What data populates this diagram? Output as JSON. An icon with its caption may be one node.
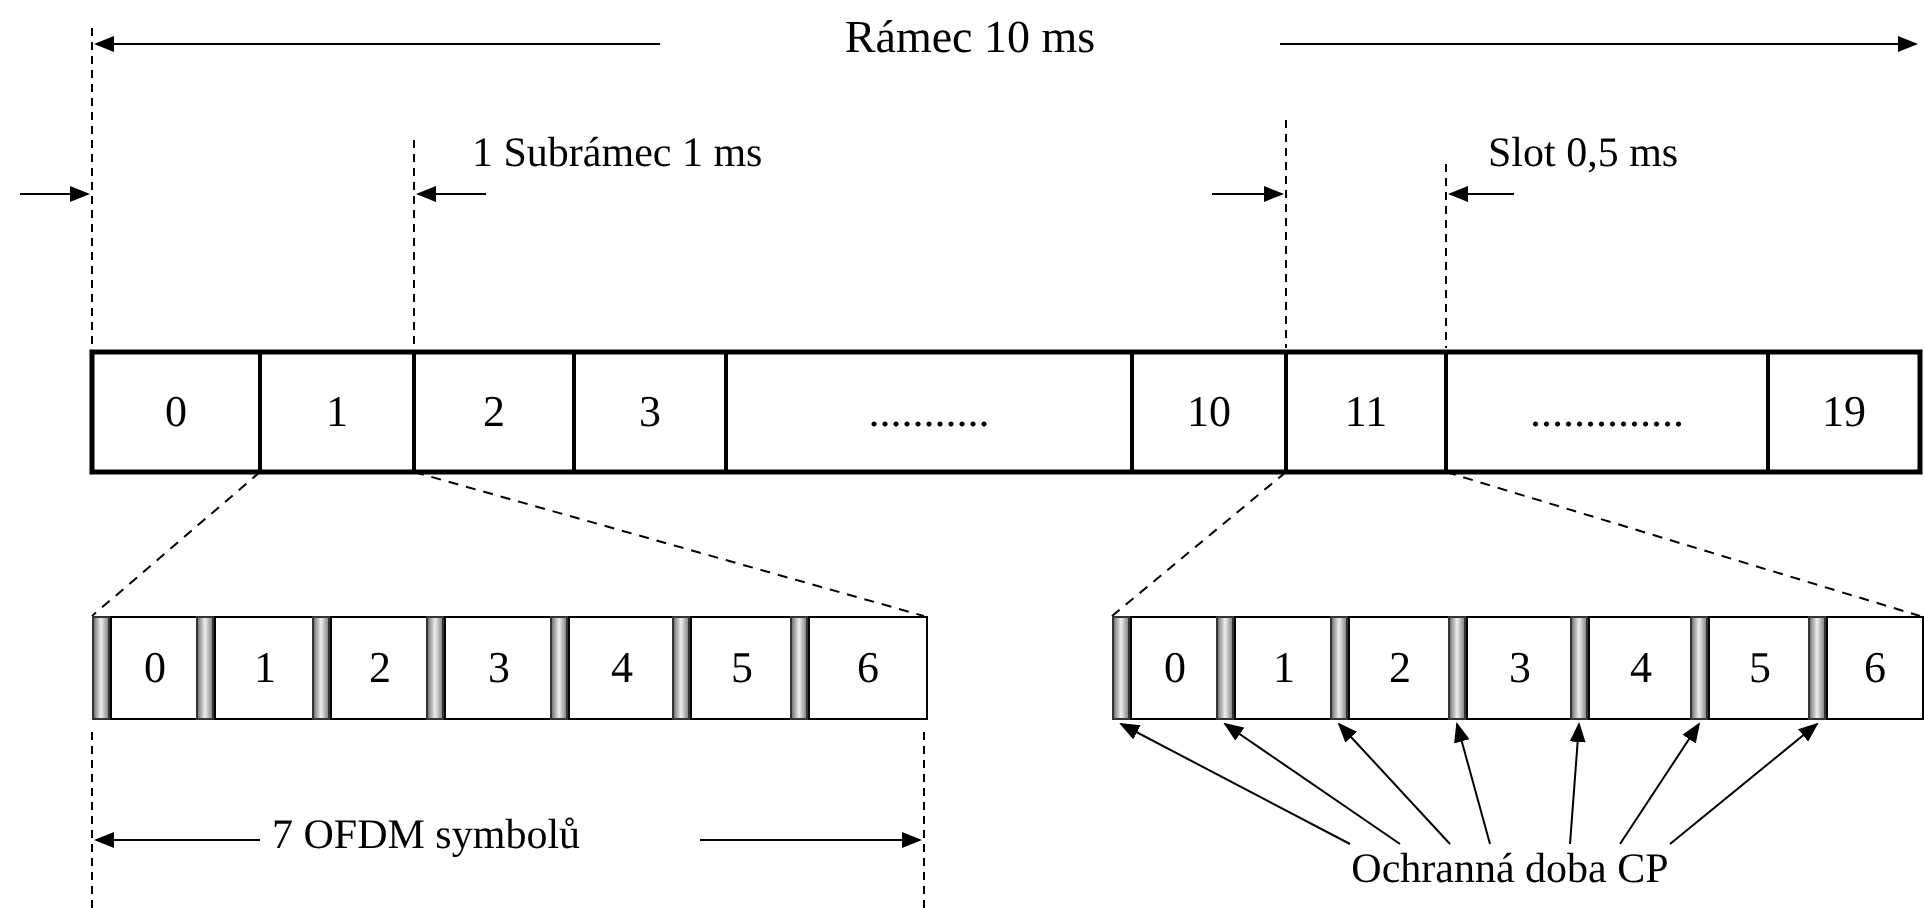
{
  "diagram": {
    "nodes": [
      {
        "text": [
          "0"
        ]
      },
      {
        "text": [
          "1"
        ]
      },
      {
        "text": [
          "2"
        ]
      },
      {
        "text": [
          "3"
        ]
      },
      {
        "text": [
          "..........."
        ]
      },
      {
        "text": [
          "10"
        ]
      },
      {
        "text": [
          "11"
        ]
      },
      {
        "text": [
          ".............."
        ]
      },
      {
        "text": [
          "19"
        ]
      },
      {
        "text": [],
        "shape": "box"
      },
      {
        "text": [],
        "shape": "bar",
        "in": 9
      },
      {
        "text": [
          "0"
        ],
        "in": 9
      },
      {
        "text": [],
        "shape": "bar",
        "in": 9
      },
      {
        "text": [
          "1"
        ],
        "in": 9
      },
      {
        "text": [],
        "shape": "bar",
        "in": 9
      },
      {
        "text": [
          "2"
        ],
        "in": 9
      },
      {
        "text": [],
        "shape": "bar",
        "in": 9
      },
      {
        "text": [
          "3"
        ],
        "in": 9
      },
      {
        "text": [],
        "shape": "bar",
        "in": 9
      },
      {
        "text": [
          "4"
        ],
        "in": 9
      },
      {
        "text": [],
        "shape": "bar",
        "in": 9
      },
      {
        "text": [
          "5"
        ],
        "in": 9
      },
      {
        "text": [],
        "shape": "bar",
        "in": 9
      },
      {
        "text": [
          "6"
        ],
        "in": 9
      },
      {
        "text": [],
        "shape": "box"
      },
      {
        "text": [],
        "shape": "bar",
        "in": 24
      },
      {
        "text": [
          "0"
        ],
        "in": 24
      },
      {
        "text": [],
        "shape": "bar",
        "in": 24
      },
      {
        "text": [
          "1"
        ],
        "in": 24
      },
      {
        "text": [],
        "shape": "bar",
        "in": 24
      },
      {
        "text": [
          "2"
        ],
        "in": 24
      },
      {
        "text": [],
        "shape": "bar",
        "in": 24
      },
      {
        "text": [
          "3"
        ],
        "in": 24
      },
      {
        "text": [],
        "shape": "bar",
        "in": 24
      },
      {
        "text": [
          "4"
        ],
        "in": 24
      },
      {
        "text": [],
        "shape": "bar",
        "in": 24
      },
      {
        "text": [
          "5"
        ],
        "in": 24
      },
      {
        "text": [],
        "shape": "bar",
        "in": 24
      },
      {
        "text": [
          "6"
        ],
        "in": 24
      },
      {
        "text": [
          "Ochranná doba CP"
        ]
      }
    ],
    "edges": [
      {
        "from": 1,
        "to": 9,
        "arrow": "none",
        "style": "dashed"
      },
      {
        "from": 1,
        "to": 9,
        "arrow": "none",
        "style": "dashed"
      },
      {
        "from": 6,
        "to": 24,
        "arrow": "none",
        "style": "dashed"
      },
      {
        "from": 6,
        "to": 24,
        "arrow": "none",
        "style": "dashed"
      },
      {
        "from": 39,
        "to": 25,
        "arrow": "to"
      },
      {
        "from": 39,
        "to": 27,
        "arrow": "to"
      },
      {
        "from": 39,
        "to": 29,
        "arrow": "to"
      },
      {
        "from": 39,
        "to": 31,
        "arrow": "to"
      },
      {
        "from": 39,
        "to": 33,
        "arrow": "to"
      },
      {
        "from": 39,
        "to": 35,
        "arrow": "to"
      },
      {
        "from": 39,
        "to": 37,
        "arrow": "to"
      }
    ],
    "labels": [
      "Rámec 10 ms",
      "1 Subrámec 1 ms",
      "Slot 0,5 ms",
      "7 OFDM symbolů"
    ]
  }
}
